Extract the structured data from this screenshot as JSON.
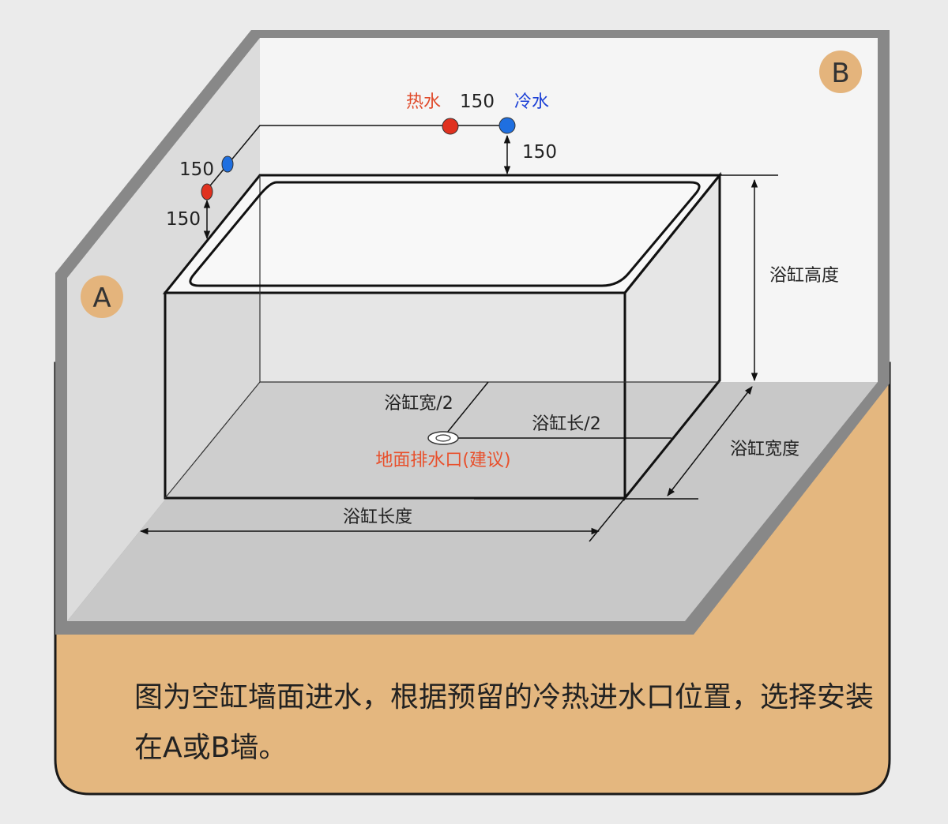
{
  "walls": {
    "a_label": "A",
    "b_label": "B"
  },
  "inlets": {
    "hot_label": "热水",
    "cold_label": "冷水",
    "back_spacing": "150",
    "back_height": "150",
    "side_spacing": "150",
    "side_height": "150"
  },
  "dimensions": {
    "height": "浴缸高度",
    "width": "浴缸宽度",
    "length": "浴缸长度",
    "half_width": "浴缸宽/2",
    "half_length": "浴缸长/2"
  },
  "drain_label": "地面排水口(建议)",
  "caption": "图为空缸墙面进水，根据预留的冷热进水口位置，选择安装在A或B墙。",
  "colors": {
    "hot": "#e0311f",
    "cold": "#1f6fe0",
    "hot_text": "#e04a2a",
    "cold_text": "#1a3fd6",
    "drain_text": "#e8502c",
    "badge": "#e4b47c",
    "floor": "#c8c8c8",
    "wall_side": "#dcdcdc",
    "wall_back": "#f5f5f5",
    "frame": "#888888",
    "base": "#e4b77f"
  }
}
